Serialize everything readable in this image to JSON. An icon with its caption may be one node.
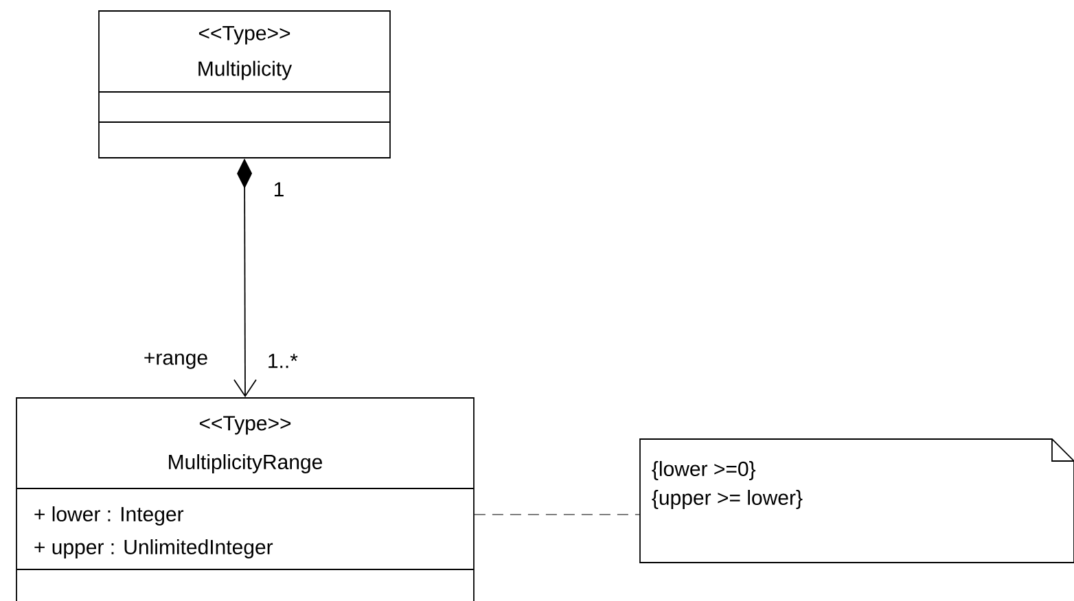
{
  "diagram": {
    "nodes": [
      {
        "text": [
          "<<Type>>",
          "Multiplicity"
        ]
      },
      {
        "text": [
          "<<Type>>",
          "MultiplicityRange",
          "+ lower : Integer",
          "+ upper : UnlimitedInteger"
        ]
      },
      {
        "text": [
          "{lower >=0}",
          "{upper >= lower}"
        ]
      }
    ],
    "edges": [
      {
        "from": 0,
        "to": 1,
        "arrow": "to"
      },
      {
        "from": 1,
        "to": 2,
        "arrow": "none",
        "style": "dashed"
      }
    ],
    "labels": [
      "1",
      "+range",
      "1..*"
    ]
  }
}
